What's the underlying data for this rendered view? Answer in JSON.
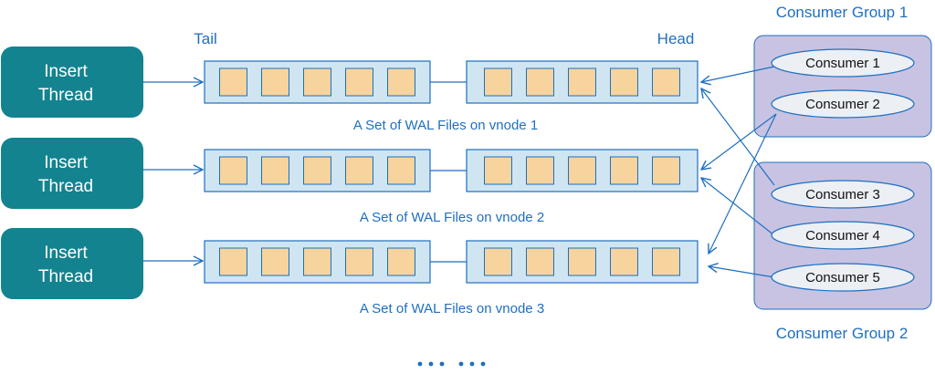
{
  "threads": [
    {
      "line1": "Insert",
      "line2": "Thread"
    },
    {
      "line1": "Insert",
      "line2": "Thread"
    },
    {
      "line1": "Insert",
      "line2": "Thread"
    }
  ],
  "labels": {
    "tail": "Tail",
    "head": "Head",
    "group1": "Consumer Group 1",
    "group2": "Consumer Group 2"
  },
  "wal_sets": [
    {
      "caption": "A Set of WAL Files on vnode 1"
    },
    {
      "caption": "A Set of WAL Files on vnode 2"
    },
    {
      "caption": "A Set of WAL Files on vnode 3"
    }
  ],
  "consumers": [
    {
      "label": "Consumer 1"
    },
    {
      "label": "Consumer 2"
    },
    {
      "label": "Consumer 3"
    },
    {
      "label": "Consumer 4"
    },
    {
      "label": "Consumer 5"
    }
  ],
  "colors": {
    "thread_fill": "#13838f",
    "wal_fill": "#cfe6f2",
    "file_fill": "#f7d49d",
    "group_fill": "#c8c3e2",
    "accent_blue": "#1f6fc0"
  }
}
